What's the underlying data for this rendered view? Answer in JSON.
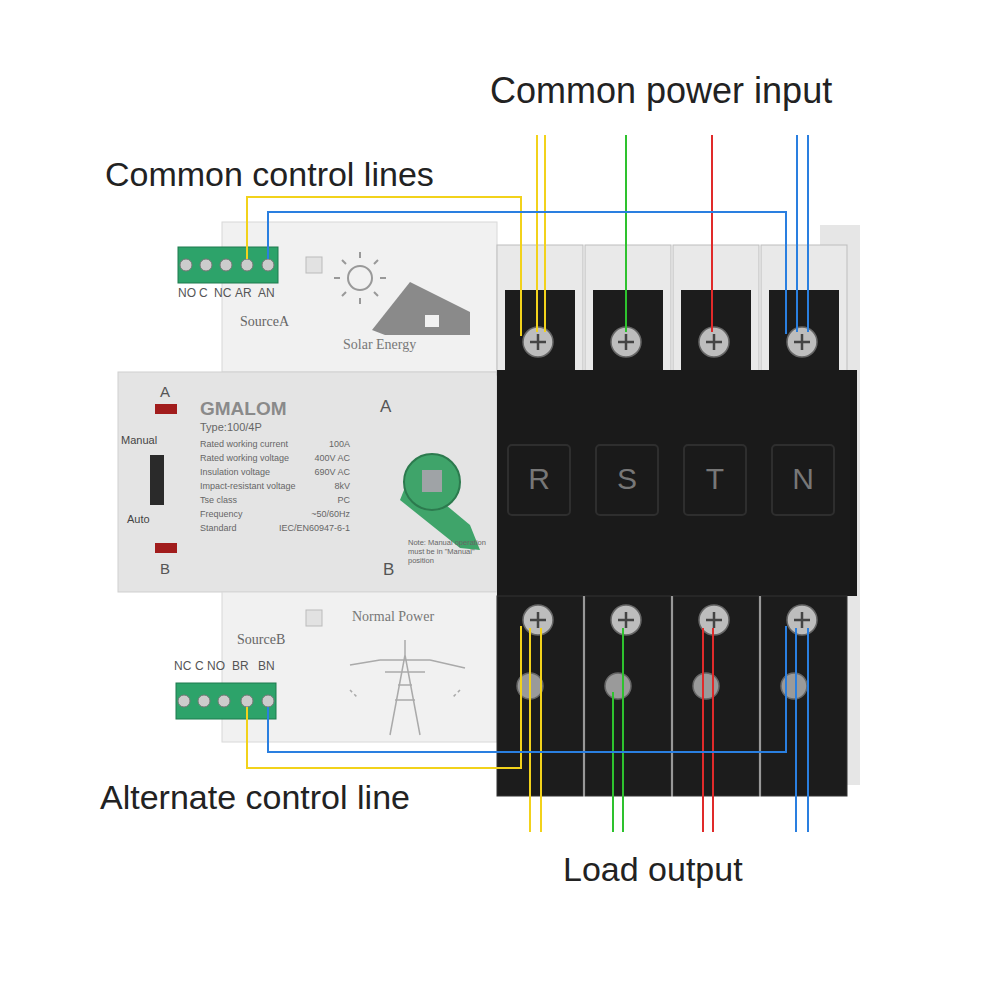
{
  "diagram": {
    "labels": [
      "Common power input",
      "Common control lines",
      "Alternate control line",
      "Load output",
      "NO",
      "C",
      "NC",
      "AR",
      "AN",
      "SourceA",
      "Solar Energy",
      "A",
      "GMALOM",
      "Type:100/4P",
      "Rated working current",
      "100A",
      "Rated working voltage",
      "400V AC",
      "Insulation voltage",
      "690V AC",
      "Impact-resistant voltage",
      "8kV",
      "Tse class",
      "PC",
      "Frequency",
      "~50/60Hz",
      "Standard",
      "IEC/EN60947-6-1",
      "Manual",
      "Auto",
      "B",
      "A",
      "B",
      "Note: Manual operation must be in \"Manual\" position",
      "R",
      "S",
      "T",
      "N",
      "Normal Power",
      "SourceB",
      "NC",
      "C",
      "NO",
      "BR",
      "BN"
    ]
  }
}
